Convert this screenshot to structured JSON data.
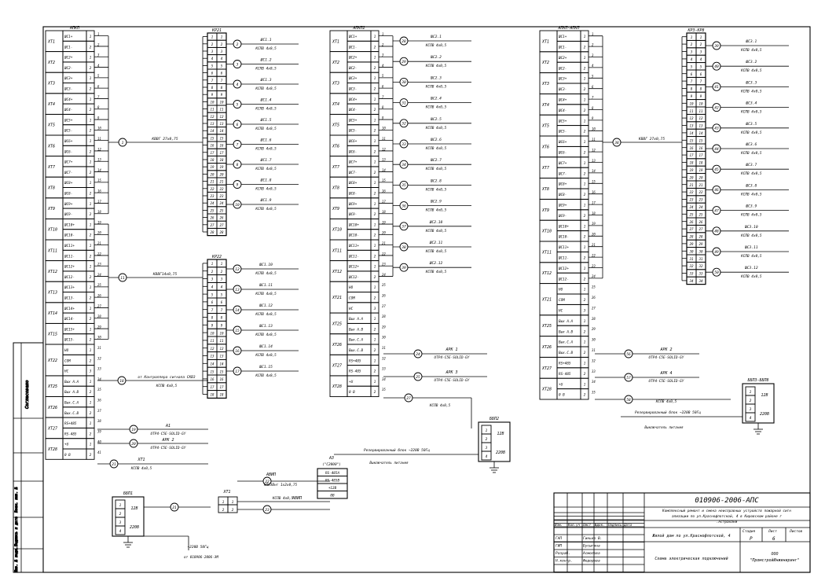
{
  "stamp": {
    "code": "010906-2006-АПС",
    "description": "Комплексный ремонт и смена неисправных устройств пожарной сигнализации по ул.Краснофлотской, 4 в Кировском районе г.Астрахани",
    "sheet_title": "Жилой дом по ул.Краснофлотской, 4",
    "drawing_title": "Схема электрическая подключений",
    "org": "ООО \"ПромстройИнжиниринг\"",
    "stage_label": "Стадия",
    "sheet_label": "Лист",
    "sheets_label": "Листов",
    "stage": "Р",
    "sheet_no": "6",
    "sheets": "",
    "col_headers": [
      "Изм.",
      "Кол.уч",
      "Лист",
      "№док.",
      "Подпись",
      "Дата"
    ],
    "roles": [
      {
        "role": "ГАП",
        "name": "Гинько В."
      },
      {
        "role": "ГИП",
        "name": "Бусыгина"
      },
      {
        "role": "Разраб.",
        "name": "Асмолова"
      },
      {
        "role": "Н.контр.",
        "name": "Федорова"
      }
    ]
  },
  "side": {
    "agreed": "Согласовано",
    "cells": [
      "Инв. № подл.",
      "Подпись и дата",
      "Взам. инв. №"
    ]
  },
  "panels": [
    {
      "id": "p1",
      "title": "АПКП",
      "rows": [
        {
          "x": "ХТ1",
          "t": [
            "ШС1+",
            "ШС1-"
          ]
        },
        {
          "x": "ХТ2",
          "t": [
            "ШС2+",
            "ШС2-"
          ]
        },
        {
          "x": "ХТ3",
          "t": [
            "ШС3+",
            "ШС3-"
          ]
        },
        {
          "x": "ХТ4",
          "t": [
            "ШС4+",
            "ШС4-"
          ]
        },
        {
          "x": "ХТ5",
          "t": [
            "ШС5+",
            "ШС5-"
          ]
        },
        {
          "x": "ХТ6",
          "t": [
            "ШС6+",
            "ШС6-"
          ]
        },
        {
          "x": "ХТ7",
          "t": [
            "ШС7+",
            "ШС7-"
          ]
        },
        {
          "x": "ХТ8",
          "t": [
            "ШС8+",
            "ШС8-"
          ]
        },
        {
          "x": "ХТ9",
          "t": [
            "ШС9+",
            "ШС9-"
          ]
        },
        {
          "x": "ХТ10",
          "t": [
            "ШС10+",
            "ШС10-"
          ]
        },
        {
          "x": "ХТ11",
          "t": [
            "ШС11+",
            "ШС11-"
          ]
        },
        {
          "x": "ХТ12",
          "t": [
            "ШС12+",
            "ШС12-"
          ]
        },
        {
          "x": "ХТ13",
          "t": [
            "ШС13+",
            "ШС13-"
          ]
        },
        {
          "x": "ХТ14",
          "t": [
            "ШС14+",
            "ШС14-"
          ]
        },
        {
          "x": "ХТ15",
          "t": [
            "ШС15+",
            "ШС15-"
          ]
        },
        {
          "x": "ХТ22",
          "t": [
            "НО",
            "COM",
            "НС"
          ]
        },
        {
          "x": "ХТ25",
          "t": [
            "Вых А.А",
            "Вых А.В"
          ]
        },
        {
          "x": "ХТ26",
          "t": [
            "Вых.С.А",
            "Вых.С.В"
          ]
        },
        {
          "x": "ХТ27",
          "t": [
            "RS+485",
            "RS-485"
          ]
        },
        {
          "x": "ХТ28",
          "t": [
            "+U",
            "0 В"
          ]
        }
      ]
    },
    {
      "id": "p2",
      "title": "АПКП2",
      "rows": [
        {
          "x": "ХТ1",
          "t": [
            "ШС1+",
            "ШС1-"
          ]
        },
        {
          "x": "ХТ2",
          "t": [
            "ШС2+",
            "ШС2-"
          ]
        },
        {
          "x": "ХТ3",
          "t": [
            "ШС3+",
            "ШС3-"
          ]
        },
        {
          "x": "ХТ4",
          "t": [
            "ШС4+",
            "ШС4-"
          ]
        },
        {
          "x": "ХТ5",
          "t": [
            "ШС5+",
            "ШС5-"
          ]
        },
        {
          "x": "ХТ6",
          "t": [
            "ШС6+",
            "ШС6-"
          ]
        },
        {
          "x": "ХТ7",
          "t": [
            "ШС7+",
            "ШС7-"
          ]
        },
        {
          "x": "ХТ8",
          "t": [
            "ШС8+",
            "ШС8-"
          ]
        },
        {
          "x": "ХТ9",
          "t": [
            "ШС9+",
            "ШС9-"
          ]
        },
        {
          "x": "ХТ10",
          "t": [
            "ШС10+",
            "ШС10-"
          ]
        },
        {
          "x": "ХТ11",
          "t": [
            "ШС11+",
            "ШС11-"
          ]
        },
        {
          "x": "ХТ12",
          "t": [
            "ШС12+",
            "ШС12-"
          ]
        },
        {
          "x": "ХТ21",
          "t": [
            "НО",
            "COM",
            "НС"
          ]
        },
        {
          "x": "ХТ25",
          "t": [
            "Вых А.А",
            "Вых А.В"
          ]
        },
        {
          "x": "ХТ26",
          "t": [
            "Вых.С.А",
            "Вых.С.В"
          ]
        },
        {
          "x": "ХТ27",
          "t": [
            "RS+485",
            "RS-485"
          ]
        },
        {
          "x": "ХТ28",
          "t": [
            "+U",
            "0 В"
          ]
        }
      ]
    },
    {
      "id": "p3",
      "title": "АПКП-АПКП",
      "rows": [
        {
          "x": "ХТ1",
          "t": [
            "ШС1+",
            "ШС1-"
          ]
        },
        {
          "x": "ХТ2",
          "t": [
            "ШС2+",
            "ШС2-"
          ]
        },
        {
          "x": "ХТ3",
          "t": [
            "ШС3+",
            "ШС3-"
          ]
        },
        {
          "x": "ХТ4",
          "t": [
            "ШС4+",
            "ШС4-"
          ]
        },
        {
          "x": "ХТ5",
          "t": [
            "ШС5+",
            "ШС5-"
          ]
        },
        {
          "x": "ХТ6",
          "t": [
            "ШС6+",
            "ШС6-"
          ]
        },
        {
          "x": "ХТ7",
          "t": [
            "ШС7+",
            "ШС7-"
          ]
        },
        {
          "x": "ХТ8",
          "t": [
            "ШС8+",
            "ШС8-"
          ]
        },
        {
          "x": "ХТ9",
          "t": [
            "ШС9+",
            "ШС9-"
          ]
        },
        {
          "x": "ХТ10",
          "t": [
            "ШС10+",
            "ШС10-"
          ]
        },
        {
          "x": "ХТ11",
          "t": [
            "ШС11+",
            "ШС11-"
          ]
        },
        {
          "x": "ХТ12",
          "t": [
            "ШС12+",
            "ШС12-"
          ]
        },
        {
          "x": "ХТ21",
          "t": [
            "НО",
            "COM",
            "НС"
          ]
        },
        {
          "x": "ХТ25",
          "t": [
            "Вых А.А",
            "Вых А.В"
          ]
        },
        {
          "x": "ХТ26",
          "t": [
            "Вых.С.А",
            "Вых.С.В"
          ]
        },
        {
          "x": "ХТ27",
          "t": [
            "RS+485",
            "RS-485"
          ]
        },
        {
          "x": "ХТ28",
          "t": [
            "+U",
            "0 В"
          ]
        }
      ]
    }
  ],
  "kp_boxes": [
    {
      "id": "kp1",
      "title": "КР21",
      "rows": 14
    },
    {
      "id": "kp2",
      "title": "КР22",
      "rows": 9
    },
    {
      "id": "kp3",
      "title": "КР3-КР8",
      "rows": 17
    }
  ],
  "loops1": [
    {
      "n": "2",
      "label": "ШС1.1",
      "cable": "КСПВ 4х0,5"
    },
    {
      "n": "3",
      "label": "ШС1.2",
      "cable": "КСПВ 4х0,5"
    },
    {
      "n": "4",
      "label": "ШС1.3",
      "cable": "КСПВ 4х0,5"
    },
    {
      "n": "5",
      "label": "ШС1.4",
      "cable": "КСПВ 4х0,5"
    },
    {
      "n": "6",
      "label": "ШС1.5",
      "cable": "КСПВ 4х0,5"
    },
    {
      "n": "7",
      "label": "ШС1.6",
      "cable": "КСПВ 4х0,5"
    },
    {
      "n": "8",
      "label": "ШС1.7",
      "cable": "КСПВ 4х0,5"
    },
    {
      "n": "9",
      "label": "ШС1.8",
      "cable": "КСПВ 4х0,5"
    },
    {
      "n": "10",
      "label": "ШС1.9",
      "cable": "КСПВ 4х0,5"
    }
  ],
  "loops2": [
    {
      "n": "12",
      "label": "ШС1.10",
      "cable": "КСПВ 4х0,5"
    },
    {
      "n": "13",
      "label": "ШС1.11",
      "cable": "КСПВ 4х0,5"
    },
    {
      "n": "14",
      "label": "ШС1.12",
      "cable": "КСПВ 4х0,5"
    },
    {
      "n": "15",
      "label": "ШС1.13",
      "cable": "КСПВ 4х0,5"
    },
    {
      "n": "16",
      "label": "ШС1.14",
      "cable": "КСПВ 4х0,5"
    },
    {
      "n": "17",
      "label": "ШС1.15",
      "cable": "КСПВ 4х0,5"
    }
  ],
  "loops3": [
    {
      "n": "28",
      "label": "ШС2.1",
      "cable": "КСПВ 4х0,5"
    },
    {
      "n": "29",
      "label": "ШС2.2",
      "cable": "КСПВ 4х0,5"
    },
    {
      "n": "30",
      "label": "ШС2.3",
      "cable": "КСПВ 4х0,5"
    },
    {
      "n": "31",
      "label": "ШС2.4",
      "cable": "КСПВ 4х0,5"
    },
    {
      "n": "32",
      "label": "ШС2.5",
      "cable": "КСПВ 4х0,5"
    },
    {
      "n": "33",
      "label": "ШС2.6",
      "cable": "КСПВ 4х0,5"
    },
    {
      "n": "34",
      "label": "ШС2.7",
      "cable": "КСПВ 4х0,5"
    },
    {
      "n": "35",
      "label": "ШС2.8",
      "cable": "КСПВ 4х0,5"
    },
    {
      "n": "36",
      "label": "ШС2.9",
      "cable": "КСПВ 4х0,5"
    },
    {
      "n": "37",
      "label": "ШС2.10",
      "cable": "КСПВ 4х0,5"
    },
    {
      "n": "38",
      "label": "ШС2.11",
      "cable": "КСПВ 4х0,5"
    },
    {
      "n": "39",
      "label": "ШС2.12",
      "cable": "КСПВ 4х0,5"
    }
  ],
  "loops4": [
    {
      "n": "39",
      "label": "ШС3.1",
      "cable": "КСПВ 4х0,5"
    },
    {
      "n": "40",
      "label": "ШС3.2",
      "cable": "КСПВ 4х0,5"
    },
    {
      "n": "41",
      "label": "ШС3.3",
      "cable": "КСПВ 4х0,5"
    },
    {
      "n": "42",
      "label": "ШС3.4",
      "cable": "КСПВ 4х0,5"
    },
    {
      "n": "43",
      "label": "ШС3.5",
      "cable": "КСПВ 4х0,5"
    },
    {
      "n": "44",
      "label": "ШС3.6",
      "cable": "КСПВ 4х0,5"
    },
    {
      "n": "45",
      "label": "ШС3.7",
      "cable": "КСПВ 4х0,5"
    },
    {
      "n": "46",
      "label": "ШС3.8",
      "cable": "КСПВ 4х0,5"
    },
    {
      "n": "47",
      "label": "ШС3.9",
      "cable": "КСПВ 4х0,5"
    },
    {
      "n": "48",
      "label": "ШС3.10",
      "cable": "КСПВ 4х0,5"
    },
    {
      "n": "49",
      "label": "ШС3.11",
      "cable": "КСПВ 4х0,5"
    },
    {
      "n": "50",
      "label": "ШС3.12",
      "cable": "КСПВ 4х0,5"
    }
  ],
  "trunks": [
    {
      "n": "1",
      "cable": "КВВГ 27х0,75"
    },
    {
      "n": "11",
      "cable": "КВВГ14х0,75"
    },
    {
      "n": "38",
      "cable": "КВВГ 27х0,75"
    }
  ],
  "texts": {
    "relay1": "от Контроллера сигнала СКВЗ",
    "relay1_cable": "КСПВ 4х0,5",
    "relay1_n": "18",
    "a1": "А1",
    "a1_cable": "UTP4-C5E-SOLID-GY",
    "a1_n": "19",
    "a2": "АРК 2",
    "a2_cable": "UTP4-C5E-SOLID-GY",
    "a2_n": "20",
    "xt1": "ХТ1",
    "xt1_cable": "КСПВ 4х0,5",
    "xt1_n": "21",
    "rk1": "АРК 1",
    "rk1_cable": "UTP4-C5E-SOLID-GY",
    "rk1_n": "24",
    "rk3": "АРК 3",
    "rk3_cable": "UTP4-C5E-SOLID-GY",
    "rk3_n": "25",
    "pw2_n": "27",
    "pw2_cable": "КСПВ 4х0,5",
    "rk2b": "АРК 2",
    "rk2b_cable": "UTP4-C5E-SOLID-GY",
    "rk2b_n": "56",
    "rk4": "АРК 4",
    "rk4_cable": "UTP4-C5E-SOLID-GY",
    "rk4_n": "57",
    "pw3_n": "58",
    "pw3_cable": "КСПВ 4х0,5",
    "res2": "Резервированный блок ~220В 50Гц",
    "res2_note": "Выключатель питания",
    "res3": "Резервированный блок ~220В 50Гц",
    "res3_note": "Выключатель питания",
    "psu1": "ББП1",
    "psu2": "ББП2",
    "psu3": "ББП3-ББП8",
    "psu_out": "12В",
    "psu_in": "220В",
    "bottom_power": "~220В 50Гц",
    "bottom_power2": "от 010906-2006-ЭМ",
    "avit": "АВИП",
    "avit_cable": "КПСЭВнг 1х2х0,75",
    "avit_n": "22",
    "xt1b": "ХТ1",
    "avit2": "АВИП",
    "avit2_n": "23",
    "avit2_cable": "КСПВ 4х0,5",
    "ao": "АЗ",
    "ao_sub": "(\"С2000\")",
    "ao_rows": [
      "RS-485A",
      "RS-485B",
      "+12В",
      "0В"
    ]
  }
}
